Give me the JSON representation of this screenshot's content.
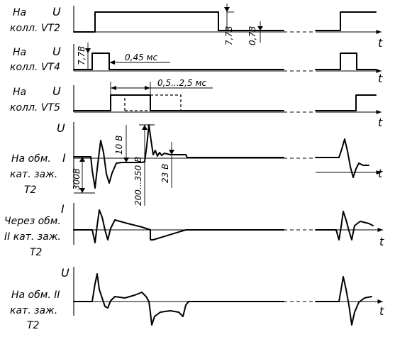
{
  "rows": [
    {
      "line1": "На",
      "line2": "колл. VT2",
      "axis_y": "U"
    },
    {
      "line1": "На",
      "line2": "колл. VT4",
      "axis_y": "U"
    },
    {
      "line1": "На",
      "line2": "колл. VT5",
      "axis_y": "U"
    },
    {
      "line1": "На обм.",
      "line2": "кат. заж.",
      "line3": "Т2",
      "axis_y": "U",
      "axis_y2": "I"
    },
    {
      "line1": "Через обм.",
      "line2": "II кат. заж.",
      "line3": "Т2",
      "axis_y": "I"
    },
    {
      "line1": "На обм. II",
      "line2": "кат. заж.",
      "line3": "Т2",
      "axis_y": "U"
    }
  ],
  "time_axis": "t",
  "dims": {
    "v77a": "7,7В",
    "v07": "0,7В",
    "v77b": "7,7В",
    "t045": "0,45 мс",
    "t0525": "0,5...2,5 мс",
    "v300": "300В",
    "v10": "10 В",
    "v200_350": "200...350 В",
    "v23": "23 В"
  }
}
